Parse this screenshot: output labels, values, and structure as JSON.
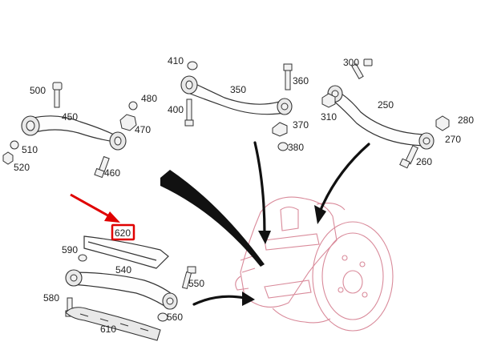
{
  "labels": [
    {
      "key": "p410",
      "text": "410"
    },
    {
      "key": "p350",
      "text": "350"
    },
    {
      "key": "p360",
      "text": "360"
    },
    {
      "key": "p400",
      "text": "400"
    },
    {
      "key": "p370",
      "text": "370"
    },
    {
      "key": "p380",
      "text": "380"
    },
    {
      "key": "p300",
      "text": "300"
    },
    {
      "key": "p250",
      "text": "250"
    },
    {
      "key": "p310",
      "text": "310"
    },
    {
      "key": "p280",
      "text": "280"
    },
    {
      "key": "p270",
      "text": "270"
    },
    {
      "key": "p260",
      "text": "260"
    },
    {
      "key": "p500",
      "text": "500"
    },
    {
      "key": "p450",
      "text": "450"
    },
    {
      "key": "p480",
      "text": "480"
    },
    {
      "key": "p470",
      "text": "470"
    },
    {
      "key": "p510",
      "text": "510"
    },
    {
      "key": "p520",
      "text": "520"
    },
    {
      "key": "p460",
      "text": "460"
    },
    {
      "key": "p620",
      "text": "620"
    },
    {
      "key": "p590",
      "text": "590"
    },
    {
      "key": "p540",
      "text": "540"
    },
    {
      "key": "p550",
      "text": "550"
    },
    {
      "key": "p580",
      "text": "580"
    },
    {
      "key": "p560",
      "text": "560"
    },
    {
      "key": "p610",
      "text": "610"
    }
  ],
  "highlight": {
    "label": "620",
    "color": "#e00000"
  }
}
